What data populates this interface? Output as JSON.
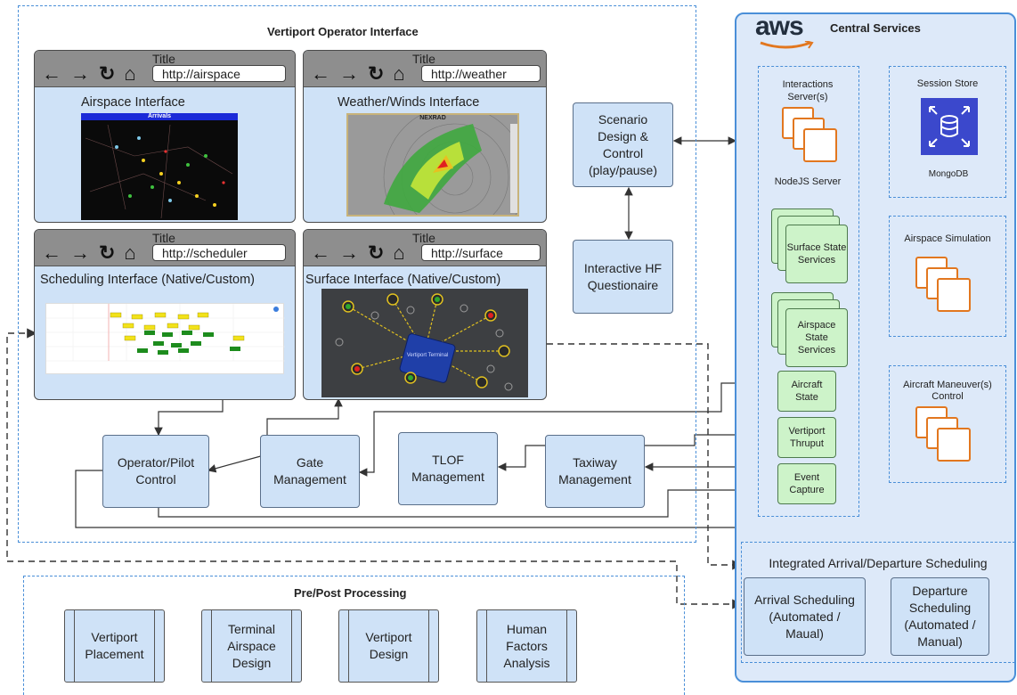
{
  "operator": {
    "title": "Vertiport Operator Interface",
    "browsers": [
      {
        "title": "Title",
        "url": "http://airspace",
        "label": "Airspace Interface",
        "thumb_caption": "Arrivals"
      },
      {
        "title": "Title",
        "url": "http://weather",
        "label": "Weather/Winds Interface",
        "thumb_caption": "NEXRAD"
      },
      {
        "title": "Title",
        "url": "http://scheduler",
        "label": "Scheduling Interface (Native/Custom)"
      },
      {
        "title": "Title",
        "url": "http://surface",
        "label": "Surface Interface (Native/Custom)",
        "thumb_caption": "Vertiport Terminal"
      }
    ],
    "controls": [
      "Operator/Pilot Control",
      "Gate Management",
      "TLOF Management",
      "Taxiway Management"
    ]
  },
  "scenario": {
    "label": "Scenario Design & Control (play/pause)"
  },
  "questionnaire": {
    "label": "Interactive HF Questionaire"
  },
  "central": {
    "logo": "aws",
    "title": "Central Services",
    "interactions_server": "Interactions Server(s)",
    "nodejs": "NodeJS Server",
    "surface_state": "Surface State Services",
    "airspace_state": "Airspace State Services",
    "aircraft_state": "Aircraft State",
    "vertiport_thruput": "Vertiport Thruput",
    "event_capture": "Event Capture",
    "session_store": "Session Store",
    "mongodb": "MongoDB",
    "airspace_sim": "Airspace Simulation",
    "maneuver": "Aircraft  Maneuver(s) Control",
    "scheduling_title": "Integrated Arrival/Departure Scheduling",
    "arrival": "Arrival Scheduling (Automated / Maual)",
    "departure": "Departure Scheduling (Automated / Manual)"
  },
  "prepost": {
    "title": "Pre/Post Processing",
    "items": [
      "Vertiport Placement",
      "Terminal Airspace Design",
      "Vertiport Design",
      "Human Factors Analysis"
    ]
  },
  "colors": {
    "accent_blue": "#4a8fd8",
    "box_blue": "#cfe2f7",
    "green": "#cdf3c9",
    "aws_orange": "#e2771f",
    "mongo_blue": "#3b48cc"
  }
}
